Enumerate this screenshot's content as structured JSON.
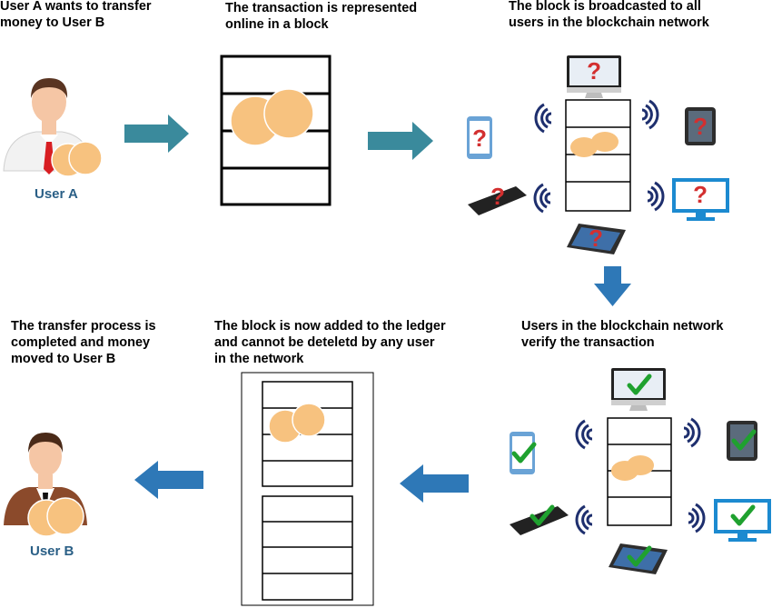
{
  "steps": {
    "s1": "User A wants to transfer\nmoney to User B",
    "s2": "The transaction is represented\nonline in a block",
    "s3": "The block is broadcasted to all\nusers in the blockchain network",
    "s4": "Users in the blockchain network\nverify the transaction",
    "s5": "The block is now added to the ledger\nand cannot be deteletd by any user\nin the network",
    "s6": "The transfer process is\ncompleted and money\nmoved to User B"
  },
  "users": {
    "a": "User A",
    "b": "User B"
  },
  "colors": {
    "arrow_teal": "#3a8a9c",
    "arrow_blue": "#2e78b7",
    "coin": "#f7c27f",
    "label_blue": "#2a5f86",
    "question_red": "#d32f2f",
    "check_green": "#1fa12f",
    "wifi_navy": "#1e2f6e"
  },
  "icons": [
    "question-mark-icon",
    "check-mark-icon",
    "wifi-signal-icon",
    "arrow-icon"
  ]
}
